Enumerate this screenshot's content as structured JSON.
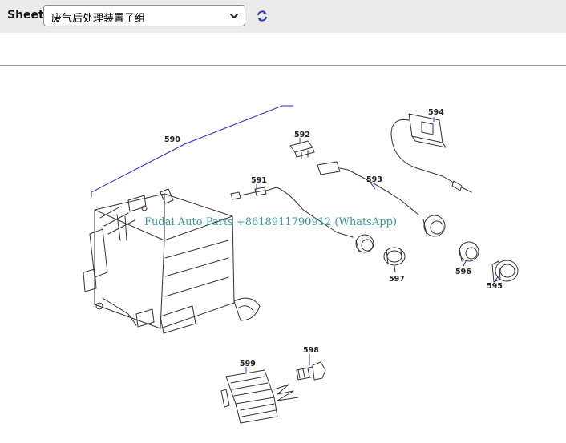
{
  "toolbar": {
    "sheet_label": "Sheet",
    "selected_sheet": "废气后处理装置子组"
  },
  "diagram": {
    "watermark": "Fudai Auto Parts +8618911790912 (WhatsApp)",
    "callouts": {
      "p590": "590",
      "p591": "591",
      "p592": "592",
      "p593": "593",
      "p594": "594",
      "p595": "595",
      "p596": "596",
      "p597": "597",
      "p598": "598",
      "p599": "599"
    },
    "colors": {
      "leader": "#2b2bd6",
      "line": "#333333",
      "watermark": "#1d8d8d"
    }
  }
}
